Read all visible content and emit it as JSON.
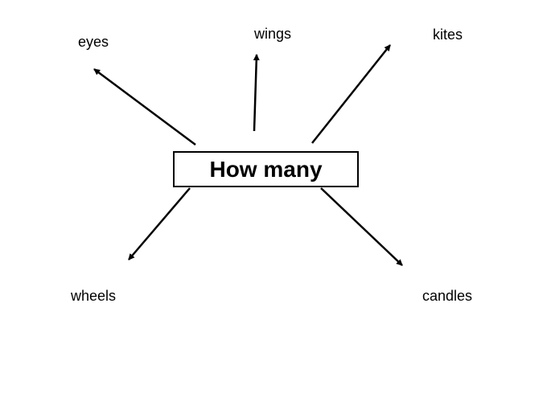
{
  "center": {
    "label": "How many"
  },
  "branches": [
    {
      "id": "eyes",
      "label": "eyes"
    },
    {
      "id": "wings",
      "label": "wings"
    },
    {
      "id": "kites",
      "label": "kites"
    },
    {
      "id": "wheels",
      "label": "wheels"
    },
    {
      "id": "candles",
      "label": "candles"
    }
  ],
  "colors": {
    "stroke": "#000000",
    "background": "#ffffff"
  }
}
